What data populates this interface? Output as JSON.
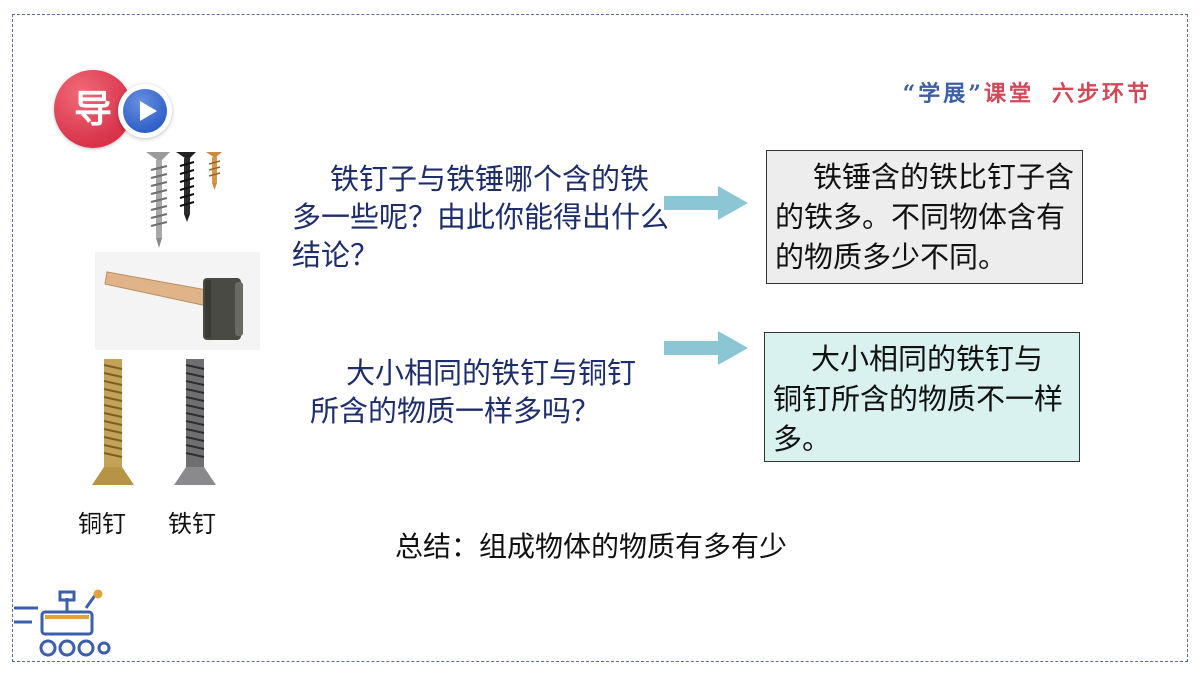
{
  "badge": {
    "char": "导"
  },
  "brand": {
    "part1": "“学展”",
    "part2": "课堂",
    "part3": "六步环节"
  },
  "question1": "铁钉子与铁锤哪个含的铁多一些呢？由此你能得出什么结论？",
  "answer1": "铁锤含的铁比钉子含的铁多。不同物体含有的物质多少不同。",
  "question2": "大小相同的铁钉与铜钉所含的物质一样多吗？",
  "answer2": "大小相同的铁钉与铜钉所含的物质不一样多。",
  "summary": "总结：组成物体的物质有多有少",
  "labels": {
    "copper_nail": "铜钉",
    "iron_nail": "铁钉"
  },
  "colors": {
    "question_text": "#1e2d6b",
    "arrow": "#8cc6d4",
    "answer1_bg": "#ededed",
    "answer2_bg": "#d9f1ef",
    "brand_blue": "#3c5fa8",
    "brand_red": "#d24858"
  }
}
